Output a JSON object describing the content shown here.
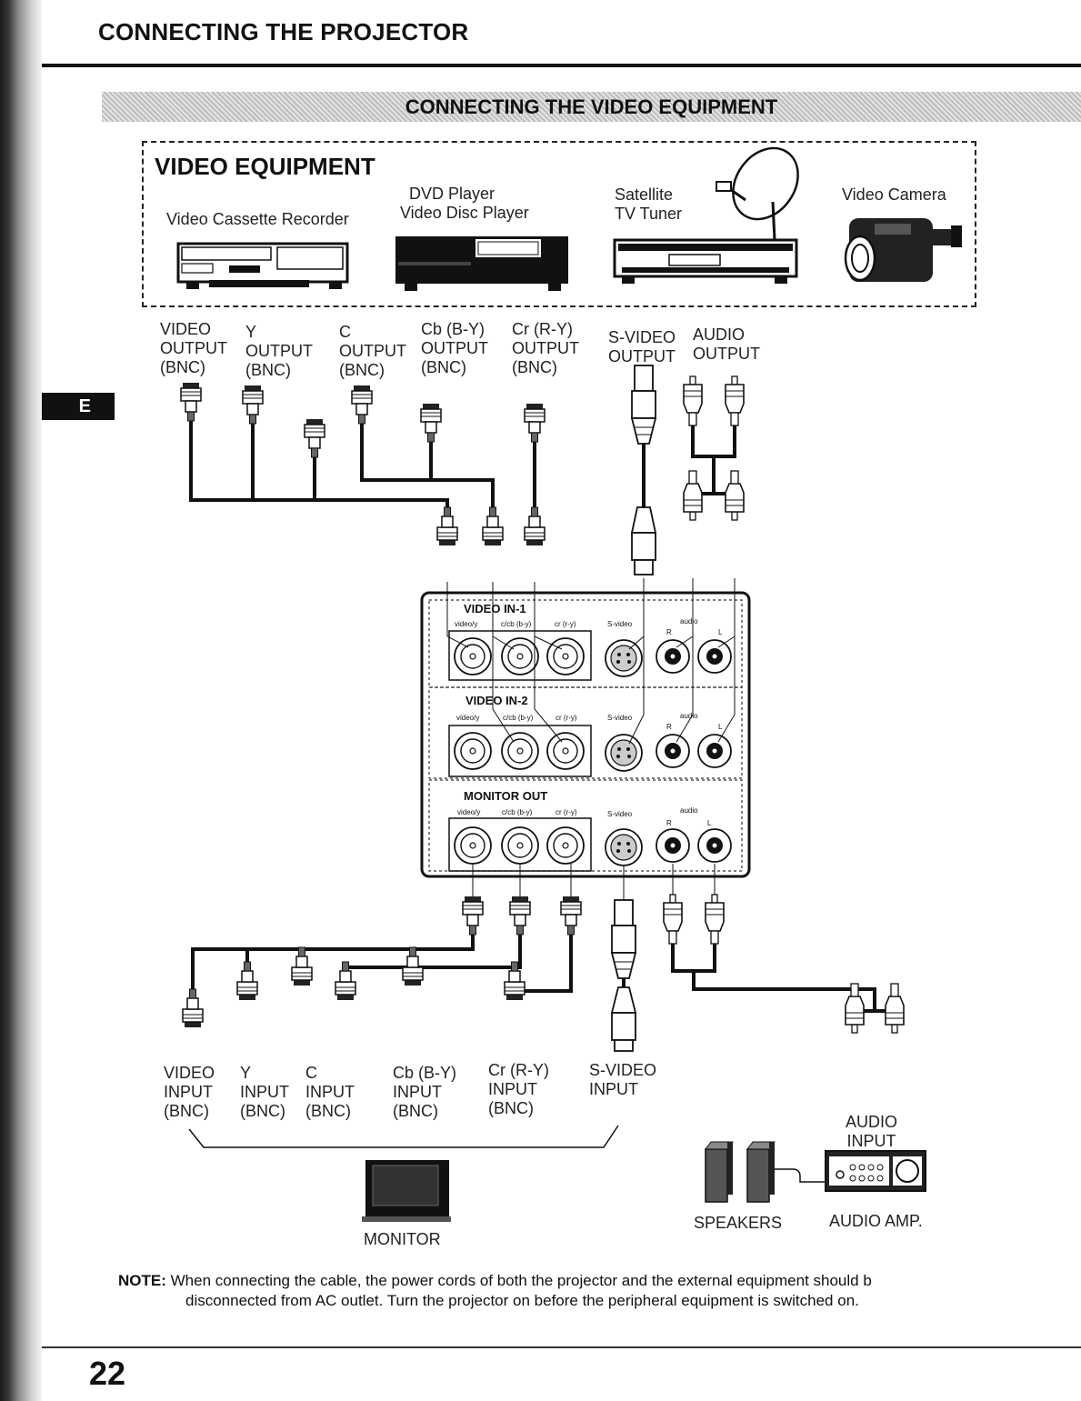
{
  "page": {
    "title": "CONNECTING THE PROJECTOR",
    "section_banner": "CONNECTING THE VIDEO EQUIPMENT",
    "tab_letter": "E",
    "page_number": "22"
  },
  "equipment": {
    "heading": "VIDEO EQUIPMENT",
    "vcr": "Video Cassette Recorder",
    "dvd_line1": "DVD Player",
    "dvd_line2": "Video Disc Player",
    "sat_line1": "Satellite",
    "sat_line2": "TV Tuner",
    "camera": "Video Camera"
  },
  "outputs": [
    [
      "VIDEO",
      "OUTPUT",
      "(BNC)"
    ],
    [
      "Y",
      "OUTPUT",
      "(BNC)"
    ],
    [
      "C",
      "OUTPUT",
      "(BNC)"
    ],
    [
      "Cb (B-Y)",
      "OUTPUT",
      "(BNC)"
    ],
    [
      "Cr (R-Y)",
      "OUTPUT",
      "(BNC)"
    ],
    [
      "S-VIDEO",
      "OUTPUT"
    ],
    [
      "AUDIO",
      "OUTPUT"
    ]
  ],
  "panel": {
    "in1_title": "VIDEO IN-1",
    "in2_title": "VIDEO IN-2",
    "out_title": "MONITOR OUT",
    "col_video_y": "video/y",
    "col_c_cb": "c/cb (b-y)",
    "col_cr": "cr (r-y)",
    "col_svideo": "S-video",
    "col_audio": "audio",
    "audio_r": "R",
    "audio_l": "L"
  },
  "inputs": [
    [
      "VIDEO",
      "INPUT",
      "(BNC)"
    ],
    [
      "Y",
      "INPUT",
      "(BNC)"
    ],
    [
      "C",
      "INPUT",
      "(BNC)"
    ],
    [
      "Cb (B-Y)",
      "INPUT",
      "(BNC)"
    ],
    [
      "Cr (R-Y)",
      "INPUT",
      "(BNC)"
    ],
    [
      "S-VIDEO",
      "INPUT"
    ]
  ],
  "audio_input": [
    "AUDIO",
    "INPUT"
  ],
  "devices": {
    "monitor": "MONITOR",
    "speakers": "SPEAKERS",
    "amp": "AUDIO AMP."
  },
  "note": {
    "label": "NOTE:",
    "line1": "When connecting the cable, the power cords of both the projector and the external equipment should b",
    "line2": "disconnected from AC outlet. Turn the projector on before the peripheral equipment is switched on."
  }
}
